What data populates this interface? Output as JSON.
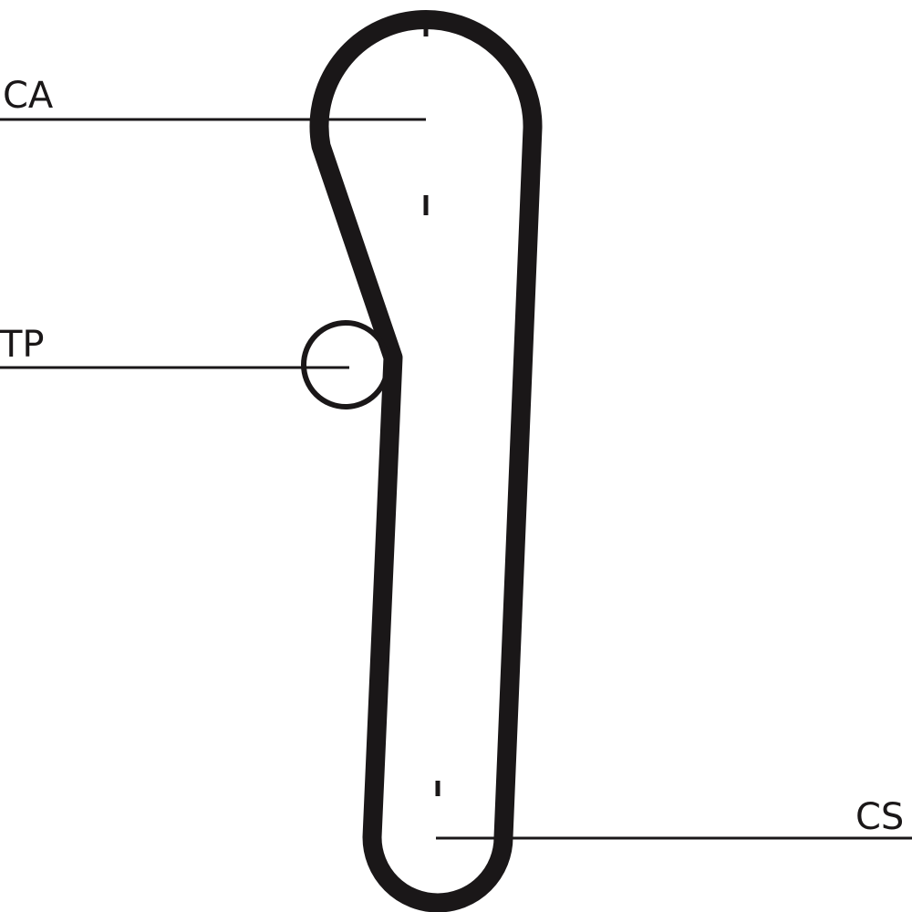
{
  "labels": {
    "camshaft": "CA",
    "tensioner": "TP",
    "crankshaft": "CS"
  },
  "colors": {
    "belt": "#1a1718",
    "background": "#ffffff"
  }
}
